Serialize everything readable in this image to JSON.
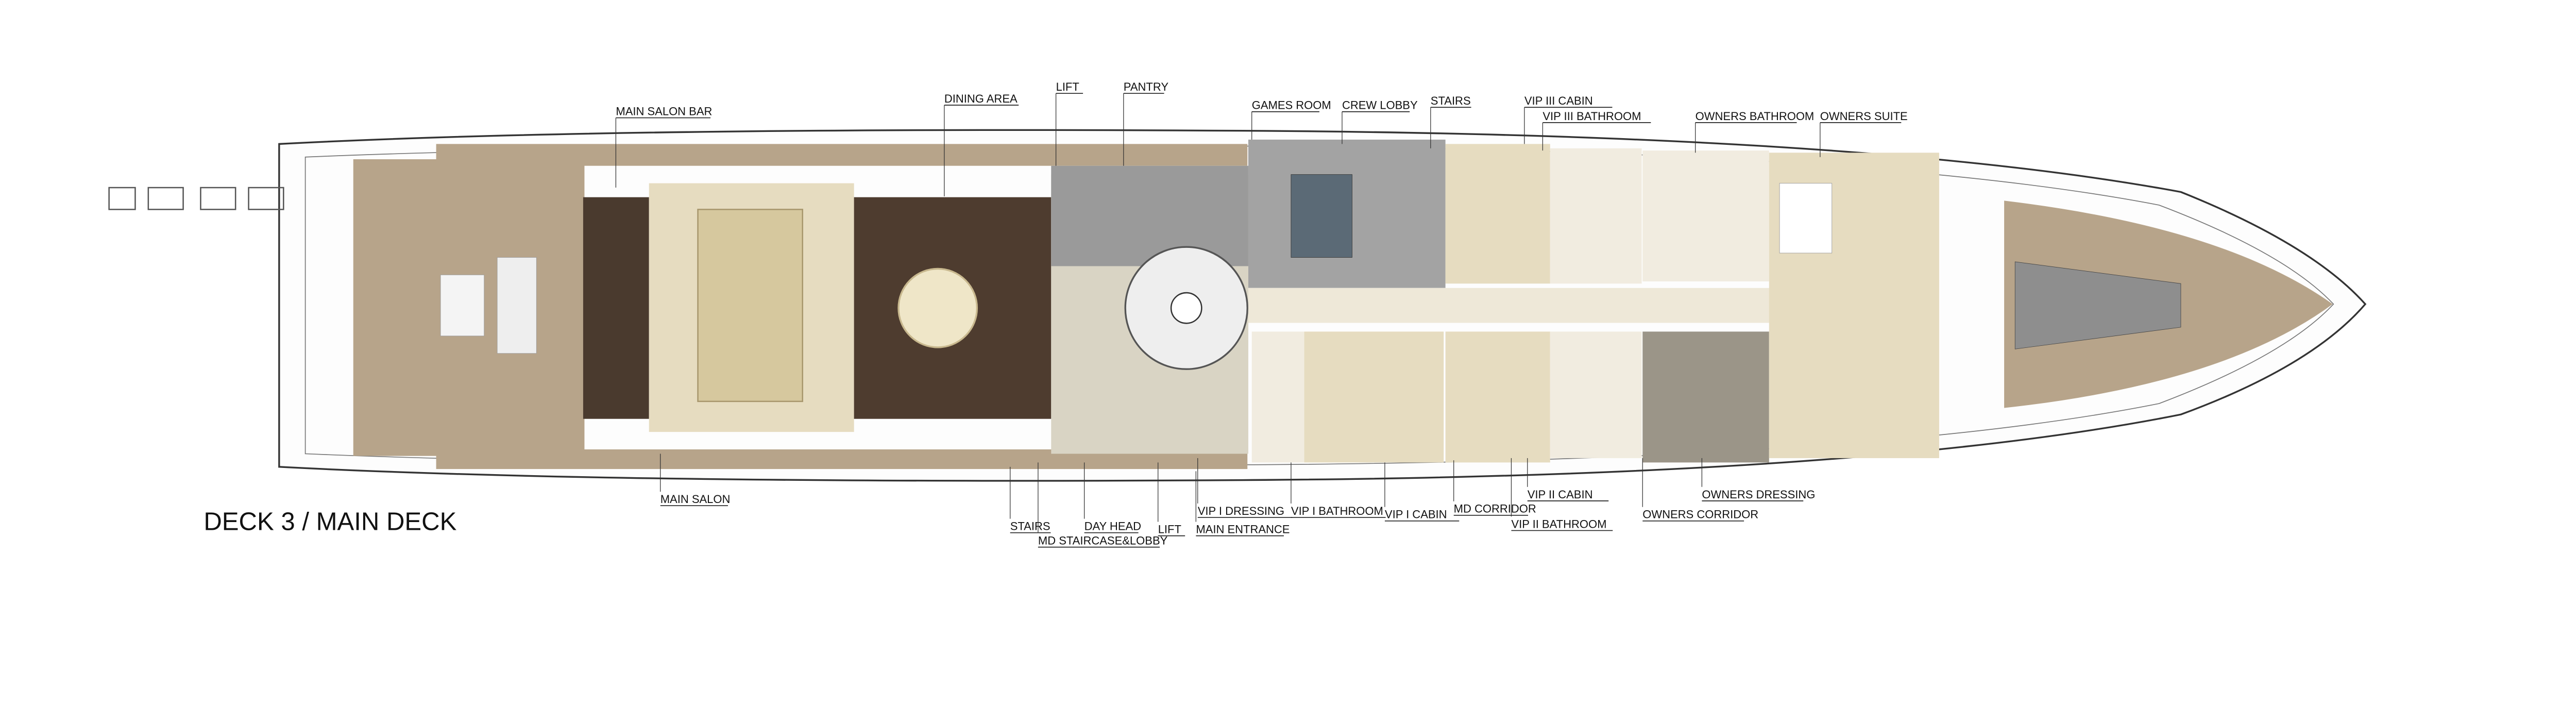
{
  "title": "DECK 3 / MAIN DECK",
  "colors": {
    "teak": "#b7a48a",
    "dark_floor": "#4a3a2e",
    "beige": "#e6dcc0",
    "grey": "#9a9a9a",
    "hull": "#ffffff"
  },
  "labels_top": [
    {
      "id": "main-salon-bar",
      "text": "MAIN SALON BAR"
    },
    {
      "id": "dining-area",
      "text": "DINING AREA"
    },
    {
      "id": "lift",
      "text": "LIFT"
    },
    {
      "id": "pantry",
      "text": "PANTRY"
    },
    {
      "id": "games-room",
      "text": "GAMES ROOM"
    },
    {
      "id": "crew-lobby",
      "text": "CREW LOBBY"
    },
    {
      "id": "stairs",
      "text": "STAIRS"
    },
    {
      "id": "vip-iii-cabin",
      "text": "VIP III CABIN"
    },
    {
      "id": "vip-iii-bathroom",
      "text": "VIP III BATHROOM"
    },
    {
      "id": "owners-bathroom",
      "text": "OWNERS BATHROOM"
    },
    {
      "id": "owners-suite",
      "text": "OWNERS SUITE"
    }
  ],
  "labels_bottom": [
    {
      "id": "main-salon",
      "text": "MAIN SALON"
    },
    {
      "id": "stairs-aft",
      "text": "STAIRS"
    },
    {
      "id": "day-head",
      "text": "DAY HEAD"
    },
    {
      "id": "md-staircase-lobby",
      "text": "MD STAIRCASE&LOBBY"
    },
    {
      "id": "lift-2",
      "text": "LIFT"
    },
    {
      "id": "main-entrance",
      "text": "MAIN ENTRANCE"
    },
    {
      "id": "vip-i-dressing",
      "text": "VIP I DRESSING"
    },
    {
      "id": "vip-i-bathroom",
      "text": "VIP I BATHROOM"
    },
    {
      "id": "vip-i-cabin",
      "text": "VIP I CABIN"
    },
    {
      "id": "md-corridor",
      "text": "MD CORRIDOR"
    },
    {
      "id": "vip-ii-cabin",
      "text": "VIP II CABIN"
    },
    {
      "id": "vip-ii-bathroom",
      "text": "VIP II BATHROOM"
    },
    {
      "id": "owners-corridor",
      "text": "OWNERS CORRIDOR"
    },
    {
      "id": "owners-dressing",
      "text": "OWNERS DRESSING"
    }
  ]
}
